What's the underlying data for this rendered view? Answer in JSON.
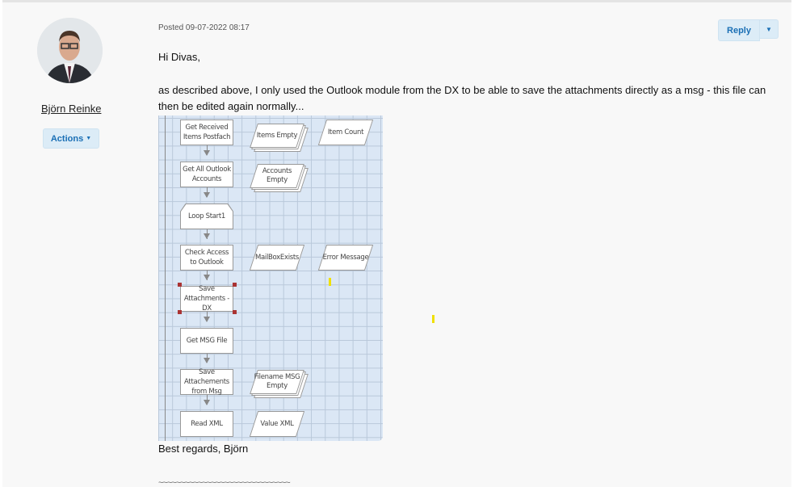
{
  "author": {
    "name": "Björn Reinke",
    "actions_label": "Actions"
  },
  "post": {
    "posted": "Posted 09-07-2022 08:17",
    "reply_label": "Reply",
    "greeting": "Hi Divas,",
    "body_line1": "as described above, I only used the Outlook module from the DX to be able to save the attachments directly as a msg - this file can",
    "body_line2": "then be edited again normally...",
    "closing": "Best regards, Björn",
    "separator": "~~~~~~~~~~~~~~~~~~~~~~~~~~~~~~"
  },
  "diagram": {
    "steps": [
      "Get Received Items Postfach",
      "Get All Outlook Accounts",
      "Loop Start1",
      "Check Access to Outlook",
      "Save Attachments - DX",
      "Get MSG File",
      "Save Attachements from Msg",
      "Read XML"
    ],
    "data_items": [
      "Items Empty",
      "Item Count",
      "Accounts Empty",
      "MailBoxExists",
      "Error Message",
      "Filename MSG Empty",
      "Value XML"
    ]
  }
}
